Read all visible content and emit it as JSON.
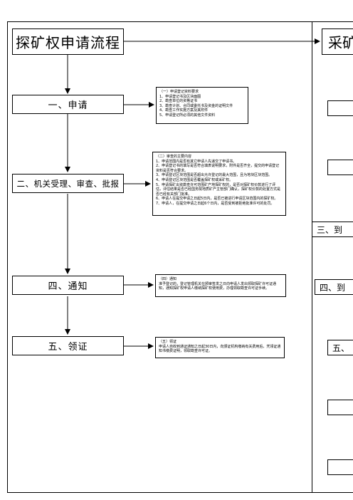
{
  "title": "探矿权申请流程",
  "right_title": "采矿",
  "steps": [
    {
      "label": "一、申请"
    },
    {
      "label": "二、机关受理、审查、批报"
    },
    {
      "label": "四、通知"
    },
    {
      "label": "五、领证"
    }
  ],
  "notes": [
    {
      "text": "（一）申请登记资料要求\n 1、申请登记书及区块面图\n 2、勘查单位的资格证书\n 3、勘查计划、合同或委托书及资金的证明文件\n 4、勘查工作实施方案及其附件\n 5、申请登记所必须的其他文件资料"
    },
    {
      "text": "（二）审查的主要内容\n 1、申请范围内是否有其它申请人先递交了申请书。\n 2、申请登记书的填写是否符合填表说明要求，附件是否齐全，提交的申请登记资料是否符合要求。\n 3、申请登记区块范围是否超出允许登记的最大范围，且为地块区块范围。\n 4、申请登记区块范围是否覆盖探矿权或采矿权。\n 5、申请探矿出资勘查许可范围矿产地探矿权的，是否对探矿权价款进行了评估，评估结果是否已经国务院地质矿产主管部门确认，探矿权价款的处置方式是否已经有关部门批准。\n 6、申请人在提交申请之日起5日内，是否已被进行申请区块范围内的探矿权。\n 7、申请人，在提交申请之日起6个日内，是否受到被拒绝批准许可的处罚。"
    },
    {
      "text": "（四）通知\n      准予登记的，登记管理机关在颁审签发之日向申请人发出领取探矿许可证通知，通知探矿权申请人缴纳探矿权使用费，办理领取勘查许可证手续。"
    },
    {
      "text": "（五）领证\n      申请人自收到通证通知之日起30日内，向颁证机构缴纳有关费用后，凭领证通知书缴费证明，领取勘查许可证。"
    }
  ],
  "right_boxes": [
    {
      "label": "三、到"
    },
    {
      "label": "四、到"
    },
    {
      "label": "五、"
    }
  ]
}
